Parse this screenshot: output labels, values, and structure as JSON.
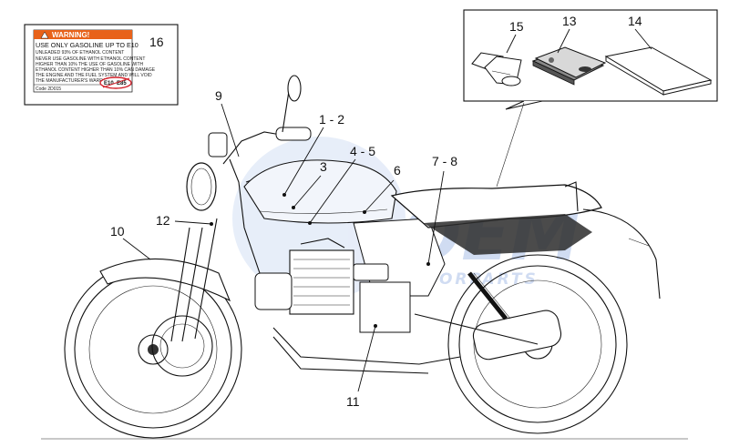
{
  "decal_16": {
    "warning_title": "WARNING!",
    "headline": "USE ONLY GASOLINE UP TO E10",
    "lines": [
      "UNLEADED 93% OF ETHANOL CONTENT",
      "NEVER USE GASOLINE WITH ETHANOL CONTENT",
      "HIGHER THAN 10% THE USE OF GASOLINE WITH",
      "ETHANOL CONTENT HIGHER THAN 10% CAN DAMAGE",
      "THE ENGINE AND THE FUEL SYSTEM AND WILL VOID",
      "THE MANUFACTURER'S WARRANTY"
    ],
    "code": "Code 2D015",
    "ok_label": "E10",
    "banned_label": "E85"
  },
  "callouts": {
    "c16": "16",
    "c15": "15",
    "c13": "13",
    "c14": "14",
    "c9": "9",
    "c1_2": "1 - 2",
    "c3": "3",
    "c4_5": "4 - 5",
    "c6": "6",
    "c7_8": "7 - 8",
    "c12": "12",
    "c10": "10",
    "c11": "11"
  },
  "watermark": {
    "logo": "OEM",
    "sub": "MOTORPARTS"
  },
  "colors": {
    "warning_orange": "#e8621a",
    "prohibited_red": "#d2202a",
    "watermark_blue": "#c8d6f0",
    "line": "#111111"
  }
}
